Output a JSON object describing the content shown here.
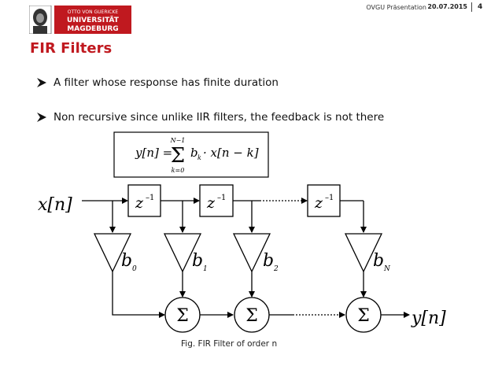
{
  "header": {
    "presentation_label": "OVGU Präsentation",
    "date": "20.07.2015",
    "page_number": "4",
    "logo": {
      "line1": "OTTO VON GUERICKE",
      "line2": "UNIVERSITÄT",
      "line3": "MAGDEBURG",
      "accent_color": "#c0191f"
    }
  },
  "slide": {
    "title": "FIR Filters",
    "bullets": [
      "A filter whose response has finite duration",
      "Non recursive since unlike IIR filters, the feedback is not there"
    ]
  },
  "diagram": {
    "input_label": "x[n]",
    "output_label": "y[n]",
    "delay_label": "z",
    "delay_exp": "–1",
    "sum_symbol": "Σ",
    "coeffs": [
      "0",
      "1",
      "2",
      "N"
    ],
    "coeff_letter": "b",
    "equation": {
      "lhs": "y[n] =",
      "upper_limit": "N−1",
      "lower_limit": "k=0",
      "body": "b",
      "sub": "k",
      "rest": "· x[n − k]"
    }
  },
  "caption": "Fig. FIR Filter of order n"
}
